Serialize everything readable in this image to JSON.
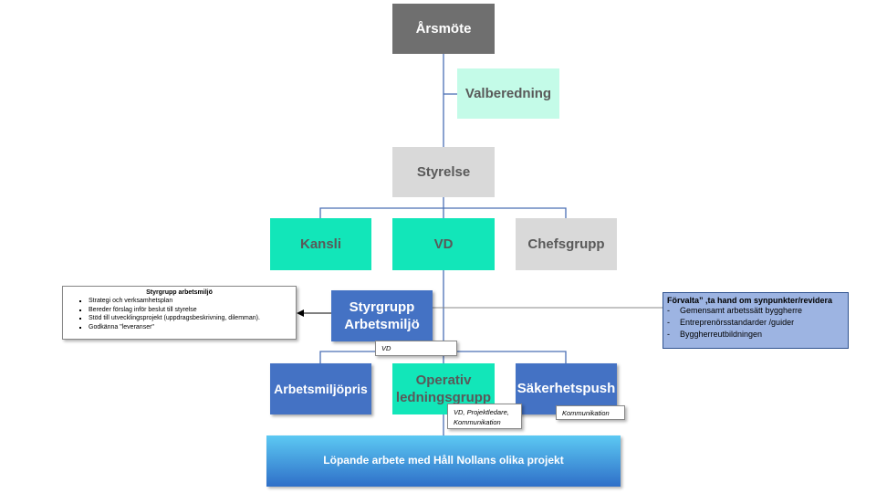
{
  "nodes": {
    "arsmote": "Årsmöte",
    "valberedning": "Valberedning",
    "styrelse": "Styrelse",
    "kansli": "Kansli",
    "vd": "VD",
    "chefsgrupp": "Chefsgrupp",
    "styrgrupp": "Styrgrupp Arbetsmiljö",
    "arbetsmiljopris": "Arbetsmiljöpris",
    "operativ": "Operativ ledningsgrupp",
    "sakerhetspush": "Säkerhetspush",
    "lopande": "Löpande arbete med Håll Nollans olika projekt"
  },
  "notes": {
    "styrgrupp_vd": "VD",
    "operativ": "VD, Projektledare, Kommunikation",
    "sakerhetspush": "Kommunikation"
  },
  "left_box": {
    "title": "Styrgrupp arbetsmiljö",
    "items": [
      "Strategi och verksamhetsplan",
      "Bereder förslag  inför beslut till styrelse",
      "Stöd till utvecklingsprojekt (uppdragsbeskrivning, dilemman).",
      "Godkänna \"leveranser\""
    ]
  },
  "right_box": {
    "title": "Förvalta” ,ta hand om synpunkter/revidera",
    "bullet": "-",
    "items": [
      "Gemensamt arbetssätt byggherre",
      "Entreprenörsstandarder /guider",
      "Byggherreutbildningen"
    ]
  }
}
